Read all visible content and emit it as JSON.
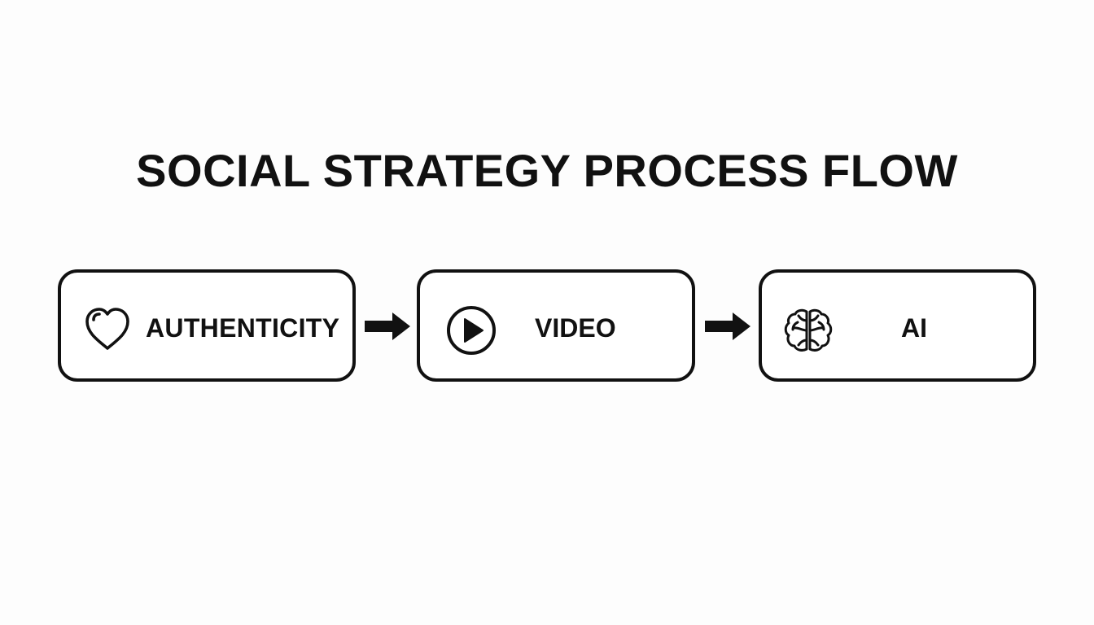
{
  "diagram": {
    "title": "SOCIAL STRATEGY PROCESS FLOW",
    "steps": [
      {
        "label": "AUTHENTICITY",
        "icon": "heart-icon"
      },
      {
        "label": "VIDEO",
        "icon": "play-icon"
      },
      {
        "label": "AI",
        "icon": "brain-icon"
      }
    ],
    "connectors": [
      "arrow-right-icon",
      "arrow-right-icon"
    ]
  },
  "colors": {
    "ink": "#111111",
    "background": "#fdfdfd",
    "box_fill": "#ffffff"
  }
}
